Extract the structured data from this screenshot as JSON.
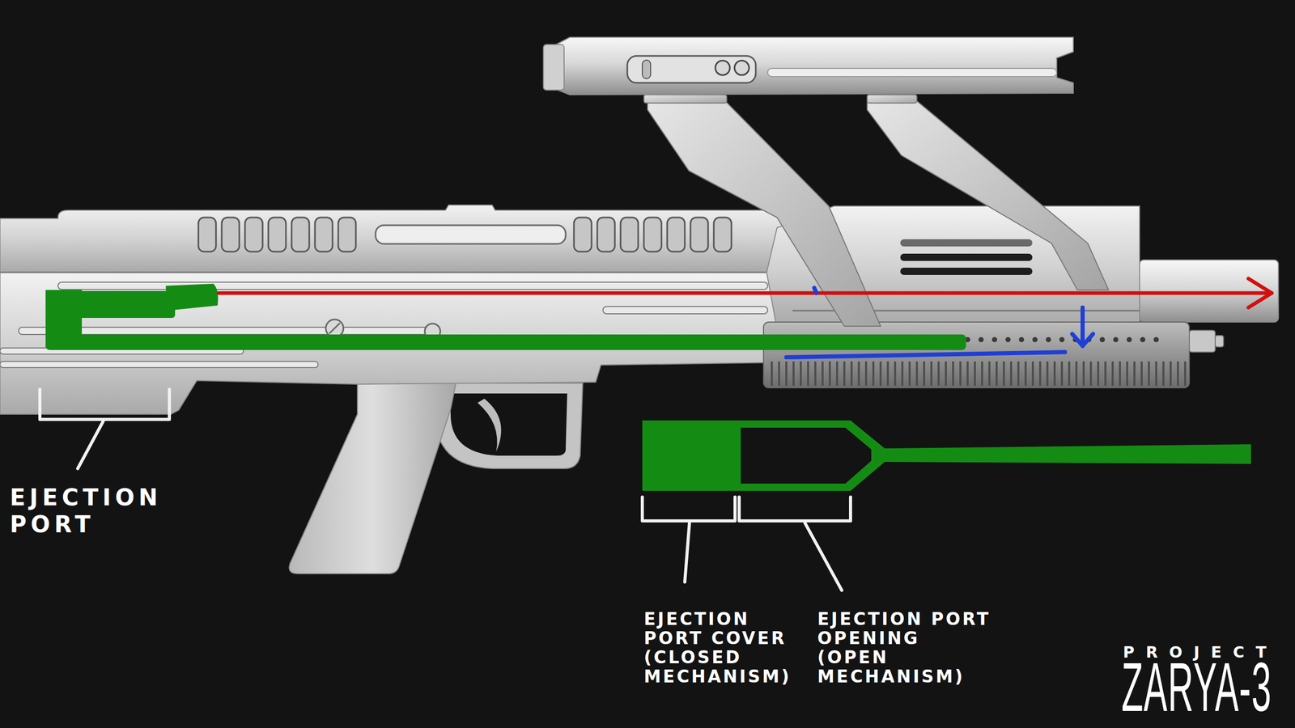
{
  "diagram": {
    "labels": [
      "EJECTION PORT",
      "EJECTION PORT COVER (CLOSED MECHANISM)",
      "EJECTION PORT OPENING (OPEN MECHANISM)",
      "PROJECT",
      "ZARYA-3"
    ]
  }
}
